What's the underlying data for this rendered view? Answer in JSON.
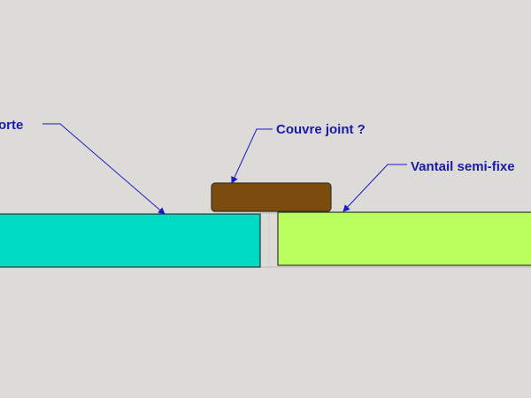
{
  "labels": {
    "porte": "orte",
    "couvre_joint": "Couvre joint ?",
    "vantail": "Vantail semi-fixe"
  },
  "colors": {
    "background": "#dcdbd7",
    "porte_fill": "#00dcc4",
    "vantail_fill": "#baff5e",
    "couvre_joint_fill": "#7a4d0f",
    "outline": "#333333",
    "leader_line": "#1a1ac8",
    "label_text": "#1a1aa8"
  }
}
